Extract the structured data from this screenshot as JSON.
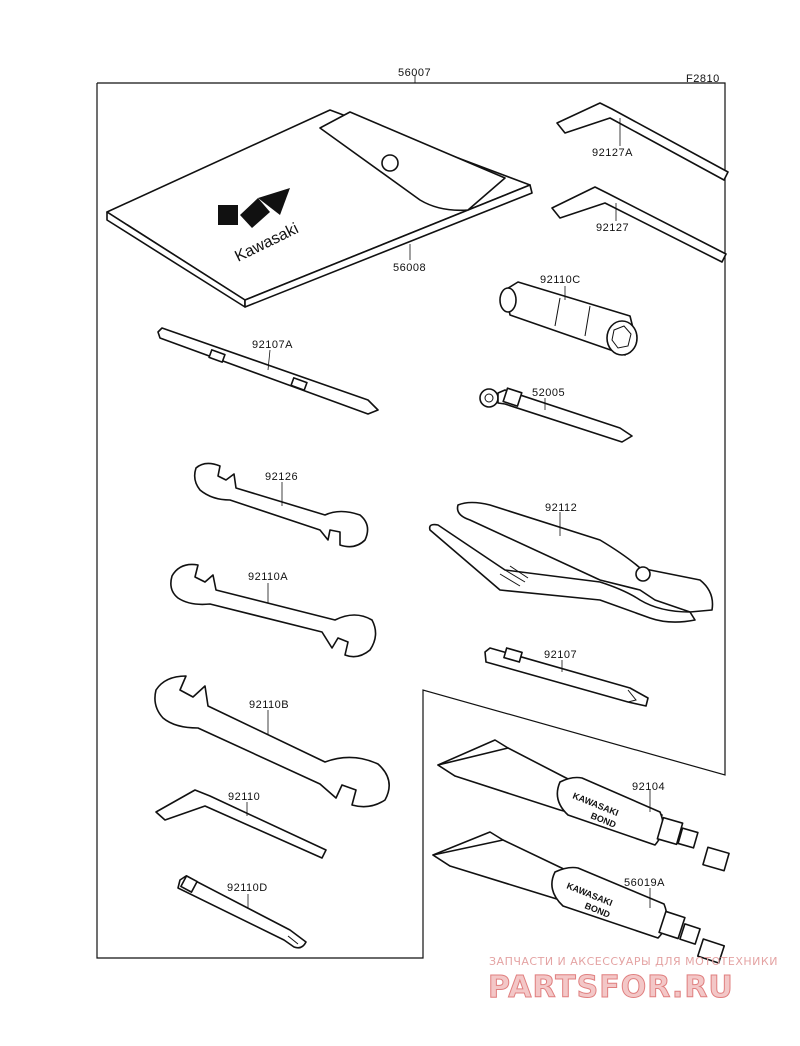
{
  "figure_code": "F2810",
  "brand_logo_text": "Kawasaki",
  "tube_label": {
    "line1": "KAWASAKI",
    "line2": "BOND"
  },
  "parts": [
    {
      "id": "p56007",
      "number": "56007"
    },
    {
      "id": "p56008",
      "number": "56008"
    },
    {
      "id": "p92127A",
      "number": "92127A"
    },
    {
      "id": "p92127",
      "number": "92127"
    },
    {
      "id": "p92110C",
      "number": "92110C"
    },
    {
      "id": "p92107A",
      "number": "92107A"
    },
    {
      "id": "p52005",
      "number": "52005"
    },
    {
      "id": "p92126",
      "number": "92126"
    },
    {
      "id": "p92112",
      "number": "92112"
    },
    {
      "id": "p92110A",
      "number": "92110A"
    },
    {
      "id": "p92107",
      "number": "92107"
    },
    {
      "id": "p92110B",
      "number": "92110B"
    },
    {
      "id": "p92104",
      "number": "92104"
    },
    {
      "id": "p92110",
      "number": "92110"
    },
    {
      "id": "p56019A",
      "number": "56019A"
    },
    {
      "id": "p92110D",
      "number": "92110D"
    }
  ],
  "watermark": {
    "line1": "ЗАПЧАСТИ И АКСЕССУАРЫ ДЛЯ МОТОТЕХНИКИ",
    "line2": "PARTSFOR.RU"
  }
}
